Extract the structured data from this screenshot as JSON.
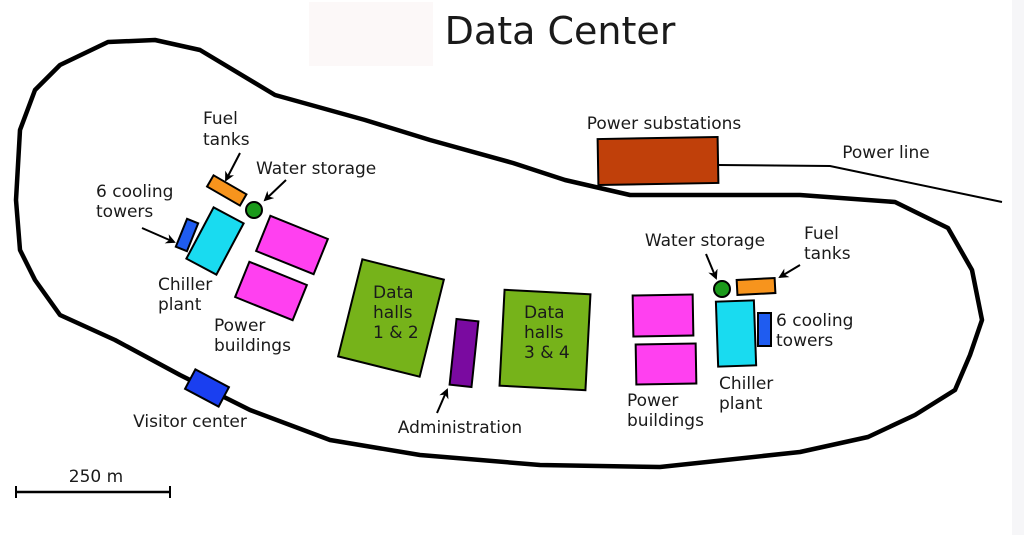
{
  "title": "Data Center",
  "colors": {
    "outline": "#000000",
    "fuel_tank": "#f7941d",
    "water_storage": "#1b9a1b",
    "cooling_tower": "#1f5cf0",
    "chiller_plant": "#19dbf0",
    "power_building": "#ff40f0",
    "data_hall": "#76b31a",
    "administration": "#7a0aa0",
    "substation": "#c0400a",
    "visitor_center": "#1a3ff0"
  },
  "labels": {
    "fuel_tanks_left": [
      "Fuel",
      "tanks"
    ],
    "water_storage_left": "Water storage",
    "cooling_towers_left": [
      "6 cooling",
      "towers"
    ],
    "chiller_plant_left": [
      "Chiller",
      "plant"
    ],
    "power_buildings_left": [
      "Power",
      "buildings"
    ],
    "data_halls_12": [
      "Data",
      "halls",
      "1 & 2"
    ],
    "data_halls_34": [
      "Data",
      "halls",
      "3 & 4"
    ],
    "administration": "Administration",
    "visitor_center": "Visitor center",
    "power_substations": "Power substations",
    "power_line": "Power line",
    "water_storage_right": "Water storage",
    "fuel_tanks_right": [
      "Fuel",
      "tanks"
    ],
    "cooling_towers_right": [
      "6 cooling",
      "towers"
    ],
    "chiller_plant_right": [
      "Chiller",
      "plant"
    ],
    "power_buildings_right": [
      "Power",
      "buildings"
    ]
  },
  "scale_bar": {
    "label": "250 m",
    "distance_m": 250
  }
}
